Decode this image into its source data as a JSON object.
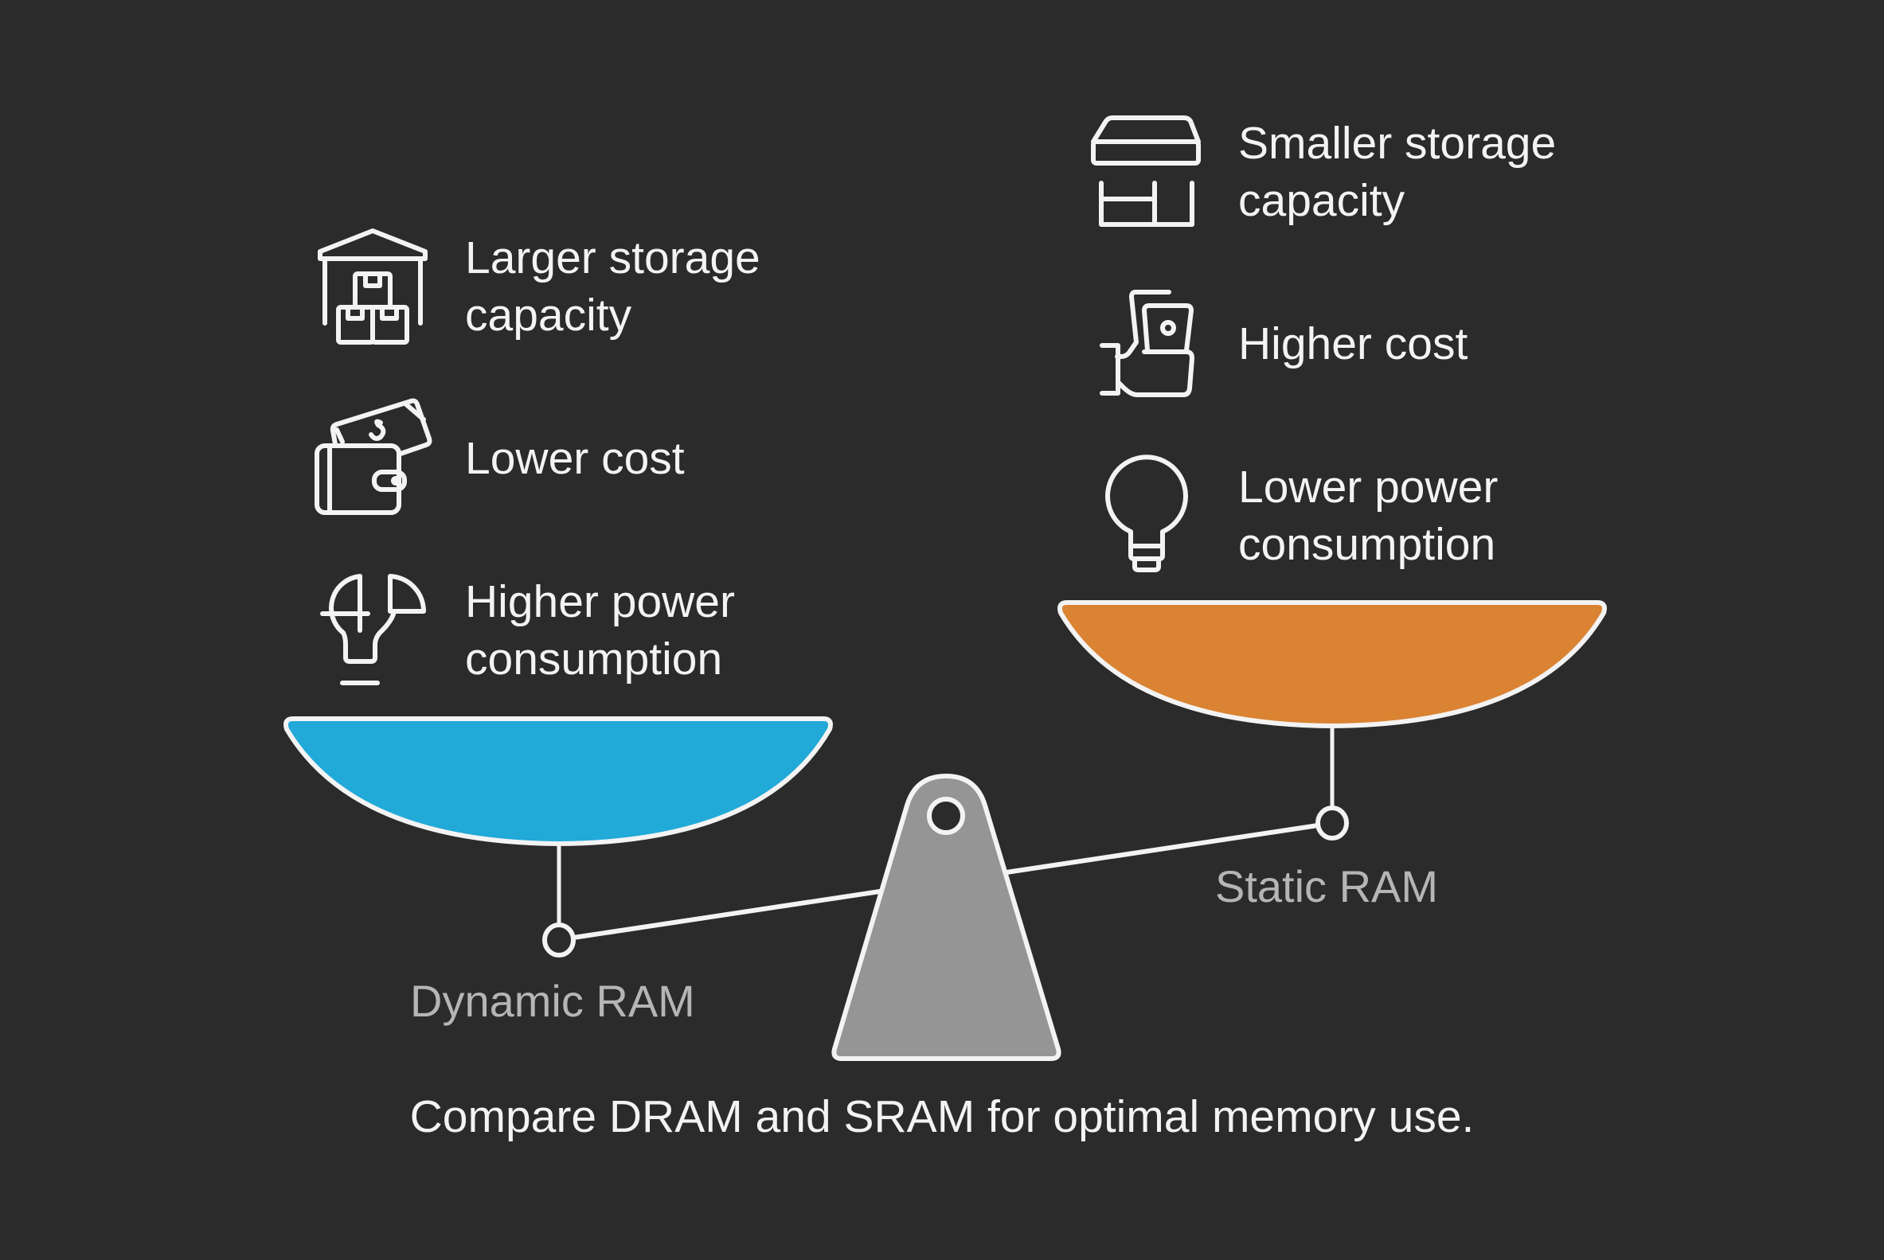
{
  "diagram": {
    "type": "balance-scale comparison",
    "caption": "Compare DRAM and SRAM for optimal memory use.",
    "left": {
      "label": "Dynamic RAM",
      "pan_color": "#21a9d8",
      "items": [
        {
          "icon": "warehouse-icon",
          "lines": [
            "Larger storage",
            "capacity"
          ]
        },
        {
          "icon": "wallet-icon",
          "lines": [
            "Lower cost"
          ]
        },
        {
          "icon": "lightbulb-pie-icon",
          "lines": [
            "Higher power",
            "consumption"
          ]
        }
      ]
    },
    "right": {
      "label": "Static RAM",
      "pan_color": "#da8333",
      "items": [
        {
          "icon": "storage-box-icon",
          "lines": [
            "Smaller storage",
            "capacity"
          ]
        },
        {
          "icon": "hand-money-icon",
          "lines": [
            "Higher cost"
          ]
        },
        {
          "icon": "lightbulb-icon",
          "lines": [
            "Lower power",
            "consumption"
          ]
        }
      ]
    },
    "colors": {
      "background": "#2b2b2b",
      "fulcrum": "#959595",
      "stroke": "#f3f3f3",
      "label_muted": "#b5b5b5"
    }
  }
}
